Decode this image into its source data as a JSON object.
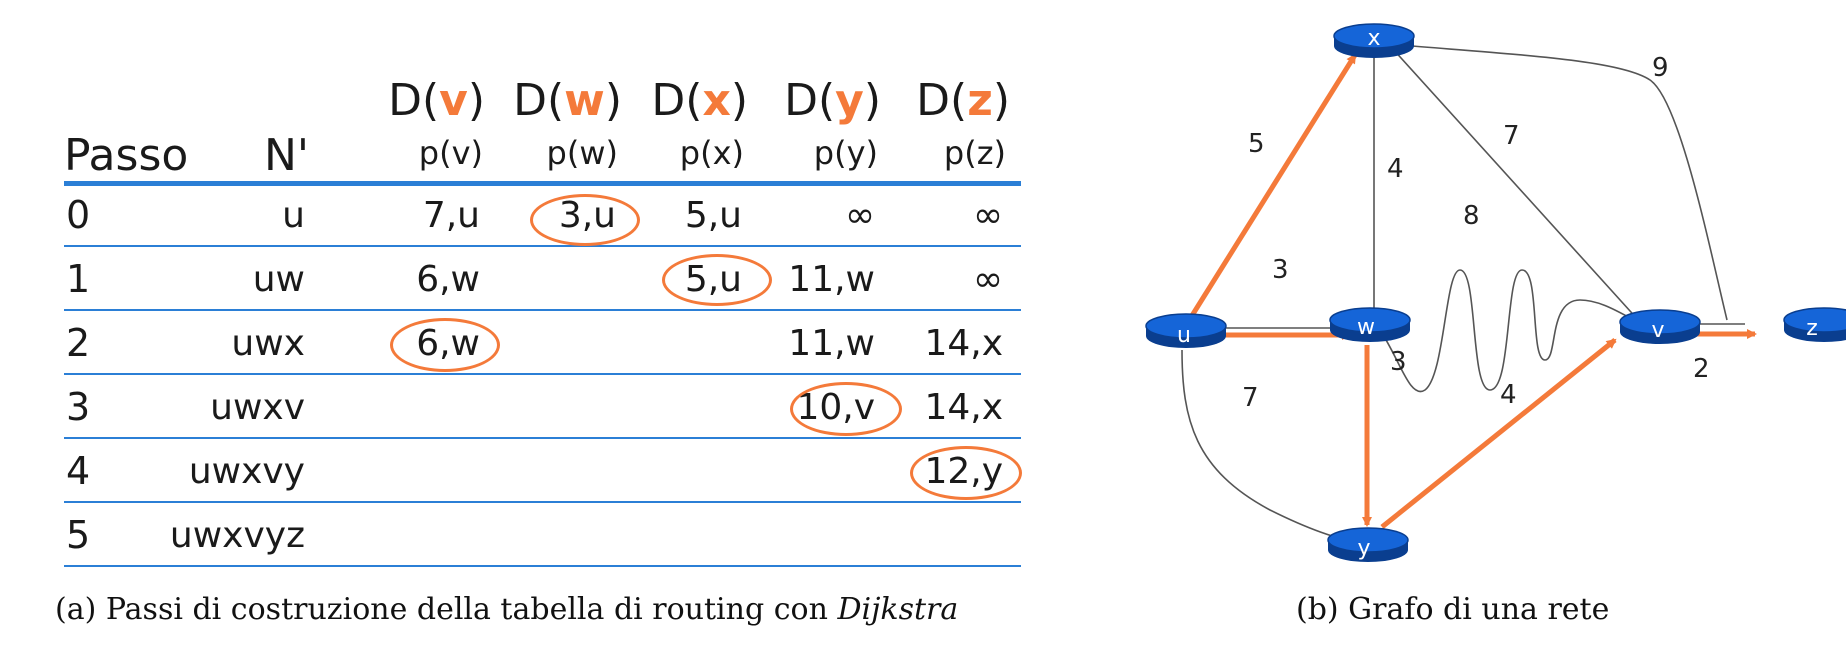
{
  "table": {
    "headers": {
      "passo": "Passo",
      "nprime": "N'",
      "d_prefix": "D(",
      "d_suffix": ")",
      "nodes": [
        "v",
        "w",
        "x",
        "y",
        "z"
      ],
      "p_labels": [
        "p(v)",
        "p(w)",
        "p(x)",
        "p(y)",
        "p(z)"
      ]
    },
    "rows": [
      {
        "step": "0",
        "nprime": "u",
        "cells": [
          "7,u",
          "3,u",
          "5,u",
          "∞",
          "∞"
        ]
      },
      {
        "step": "1",
        "nprime": "uw",
        "cells": [
          "6,w",
          "",
          "5,u",
          "11,w",
          "∞"
        ]
      },
      {
        "step": "2",
        "nprime": "uwx",
        "cells": [
          "6,w",
          "",
          "",
          "11,w",
          "14,x"
        ]
      },
      {
        "step": "3",
        "nprime": "uwxv",
        "cells": [
          "",
          "",
          "",
          "10,v",
          "14,x"
        ]
      },
      {
        "step": "4",
        "nprime": "uwxvy",
        "cells": [
          "",
          "",
          "",
          "",
          "12,y"
        ]
      },
      {
        "step": "5",
        "nprime": "uwxvyz",
        "cells": [
          "",
          "",
          "",
          "",
          ""
        ]
      }
    ],
    "circled": [
      {
        "row": 0,
        "col": 1
      },
      {
        "row": 1,
        "col": 2
      },
      {
        "row": 2,
        "col": 0
      },
      {
        "row": 3,
        "col": 3
      },
      {
        "row": 4,
        "col": 4
      }
    ],
    "caption": {
      "prefix": "(a) Passi di costruzione della tabella di routing con ",
      "emph": "Dijkstra"
    }
  },
  "graph": {
    "nodes": [
      {
        "id": "u",
        "label": "u"
      },
      {
        "id": "x",
        "label": "x"
      },
      {
        "id": "w",
        "label": "w"
      },
      {
        "id": "v",
        "label": "v"
      },
      {
        "id": "y",
        "label": "y"
      },
      {
        "id": "z",
        "label": "z"
      }
    ],
    "edges": [
      {
        "from": "u",
        "to": "x",
        "weight": "5",
        "highlight": true
      },
      {
        "from": "u",
        "to": "w",
        "weight": "3",
        "highlight": true
      },
      {
        "from": "u",
        "to": "y",
        "weight": "7",
        "highlight": false
      },
      {
        "from": "x",
        "to": "w",
        "weight": "4",
        "highlight": false
      },
      {
        "from": "x",
        "to": "v",
        "weight": "7",
        "highlight": false
      },
      {
        "from": "x",
        "to": "z",
        "weight": "9",
        "highlight": false
      },
      {
        "from": "w",
        "to": "v",
        "weight": "8",
        "highlight": false
      },
      {
        "from": "w",
        "to": "y",
        "weight": "3",
        "highlight": true
      },
      {
        "from": "y",
        "to": "v",
        "weight": "4",
        "highlight": true
      },
      {
        "from": "v",
        "to": "z",
        "weight": "2",
        "highlight": true
      }
    ],
    "caption": "(b) Grafo di una rete"
  },
  "colors": {
    "accent": "#f47a3a",
    "router_fill": "#1565d8",
    "router_dark": "#0a3e8f",
    "table_lines": "#2b7fd6",
    "edge": "#555555"
  }
}
